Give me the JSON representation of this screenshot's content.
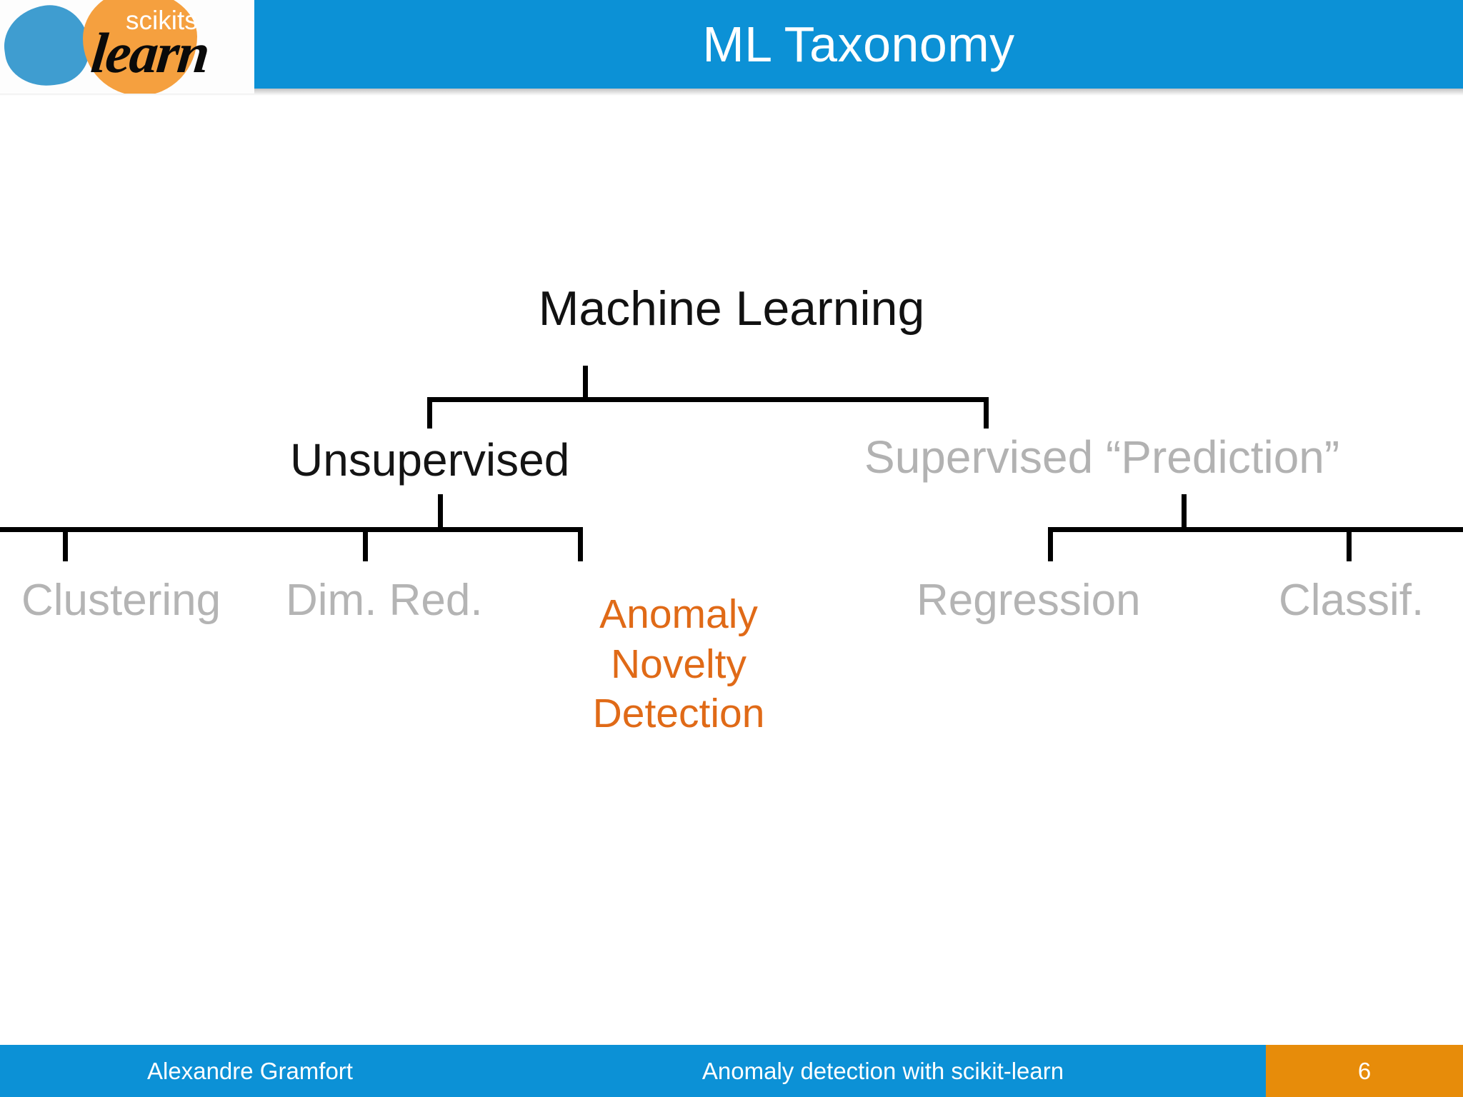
{
  "slide": {
    "title": "ML Taxonomy",
    "colors": {
      "header_blue": "#0c91d6",
      "footer_blue": "#0c91d6",
      "page_orange": "#e78c0a",
      "accent_orange": "#e06a17",
      "muted_gray": "#b4b4b4",
      "active_black": "#141414",
      "logo_blue": "#3f9dd0",
      "logo_orange": "#f5a03f"
    }
  },
  "logo": {
    "scikits_text": "scikits",
    "learn_text": "learn",
    "blue_blob_name": "blue-blob",
    "orange_blob_name": "orange-blob"
  },
  "taxonomy": {
    "root": "Machine Learning",
    "level2": {
      "left": "Unsupervised",
      "right": "Supervised “Prediction”"
    },
    "leaves": {
      "clustering": "Clustering",
      "dim_red": "Dim. Red.",
      "regression": "Regression",
      "classif": "Classif.",
      "anomaly": {
        "line1": "Anomaly",
        "line2": "Novelty",
        "line3": "Detection"
      }
    }
  },
  "footer": {
    "author": "Alexandre Gramfort",
    "subject": "Anomaly detection with scikit-learn",
    "page_number": "6"
  }
}
